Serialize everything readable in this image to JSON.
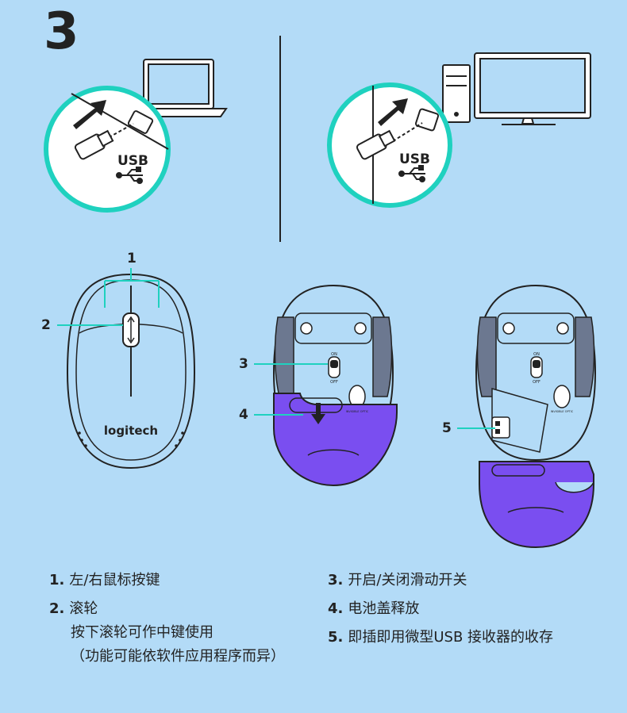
{
  "step_number": "3",
  "usb_label": "USB",
  "brand": "logitech",
  "switch": {
    "on": "ON",
    "off": "OFF"
  },
  "sensor_label": "INVISIBLE OPTIC",
  "callouts": [
    "1",
    "2",
    "3",
    "4",
    "5"
  ],
  "legend_left": [
    {
      "num": "1.",
      "text": "左/右鼠标按键"
    },
    {
      "num": "2.",
      "text": "滚轮"
    }
  ],
  "legend_left_sub": [
    "按下滚轮可作中键使用",
    "（功能可能依软件应用程序而异）"
  ],
  "legend_right": [
    {
      "num": "3.",
      "text": "开启/关闭滑动开关"
    },
    {
      "num": "4.",
      "text": "电池盖释放"
    },
    {
      "num": "5.",
      "text": "即插即用微型USB 接收器的收存"
    }
  ],
  "colors": {
    "background": "#b3dbf7",
    "accent_teal": "#1fd1bf",
    "cover_purple": "#7a4ef0",
    "line": "#222222"
  }
}
